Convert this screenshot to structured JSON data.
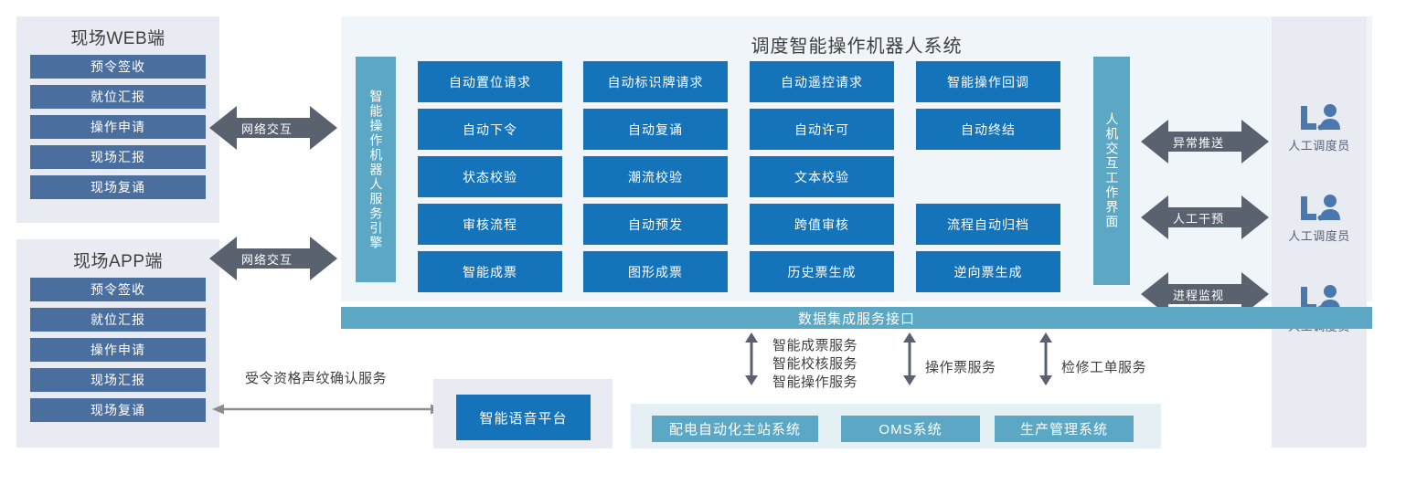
{
  "colors": {
    "client_item": "#4a6f9e",
    "client_panel_bg": "#e8ebf2",
    "center_panel_bg": "#eff5f8",
    "cell_blue": "#1573b9",
    "teal": "#5ba7c4",
    "arrow_gray": "#5a6270",
    "thin_arrow_gray": "#8c8c8c",
    "system_panel_bg": "#e4f0f4",
    "operator_icon": "#4a78ad"
  },
  "web_client": {
    "title": "现场WEB端",
    "items": [
      "预令签收",
      "就位汇报",
      "操作申请",
      "现场汇报",
      "现场复诵"
    ]
  },
  "app_client": {
    "title": "现场APP端",
    "items": [
      "预令签收",
      "就位汇报",
      "操作申请",
      "现场汇报",
      "现场复诵"
    ]
  },
  "network_arrows": [
    {
      "label": "网络交互"
    },
    {
      "label": "网络交互"
    }
  ],
  "center": {
    "title": "调度智能操作机器人系统",
    "left_bar": "智能操作机器人服务引擎",
    "right_bar": "人机交互工作界面",
    "grid_rows": [
      [
        "自动置位请求",
        "自动标识牌请求",
        "自动遥控请求",
        "智能操作回调"
      ],
      [
        "自动下令",
        "自动复诵",
        "自动许可",
        "自动终结"
      ],
      [
        "状态校验",
        "潮流校验",
        "文本校验",
        ""
      ],
      [
        "审核流程",
        "自动预发",
        "跨值审核",
        "流程自动归档"
      ],
      [
        "智能成票",
        "图形成票",
        "历史票生成",
        "逆向票生成"
      ]
    ]
  },
  "operators": {
    "arrows": [
      "异常推送",
      "人工干预",
      "进程监视"
    ],
    "items": [
      {
        "icon": "operator-desk-icon",
        "label": "人工调度员"
      },
      {
        "icon": "operator-desk-icon",
        "label": "人工调度员"
      },
      {
        "icon": "operator-desk-icon",
        "label": "人工调度员"
      }
    ]
  },
  "data_bar": {
    "label": "数据集成服务接口"
  },
  "voice": {
    "arrow_label": "受令资格声纹确认服务",
    "box_label": "智能语音平台"
  },
  "service_links": [
    {
      "label": "智能成票服务\n智能校核服务\n智能操作服务"
    },
    {
      "label": "操作票服务"
    },
    {
      "label": "检修工单服务"
    }
  ],
  "external_systems": [
    "配电自动化主站系统",
    "OMS系统",
    "生产管理系统"
  ]
}
